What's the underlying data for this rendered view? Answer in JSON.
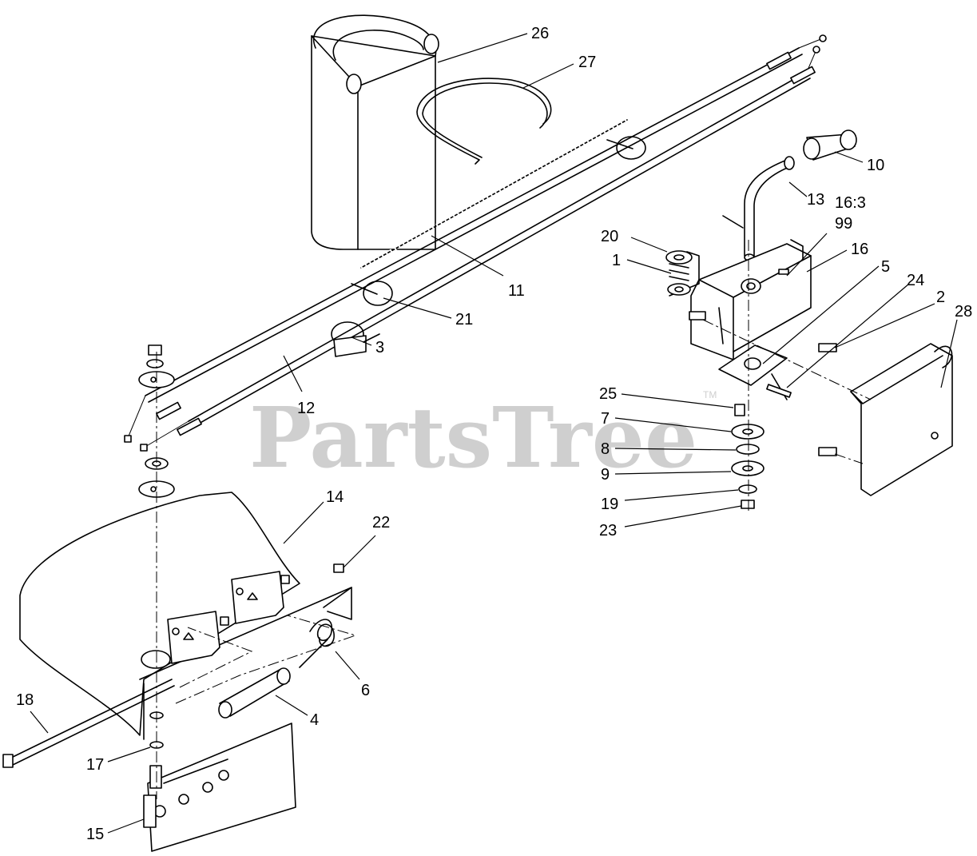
{
  "watermark": {
    "text": "PartsTree",
    "tm": "TM"
  },
  "callouts": [
    "26",
    "27",
    "10",
    "13",
    "16:3",
    "99",
    "16",
    "20",
    "1",
    "5",
    "24",
    "2",
    "28",
    "11",
    "21",
    "3",
    "12",
    "25",
    "7",
    "8",
    "9",
    "19",
    "23",
    "14",
    "22",
    "6",
    "4",
    "18",
    "17",
    "15"
  ]
}
